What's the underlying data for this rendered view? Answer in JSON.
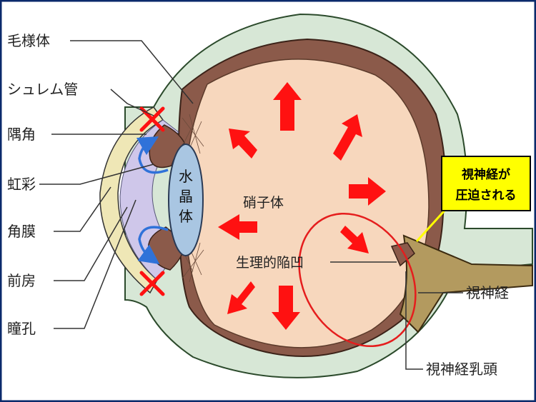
{
  "labels": {
    "ciliary_body": "毛様体",
    "schlemm_canal": "シュレム管",
    "angle": "隅角",
    "iris": "虹彩",
    "cornea": "角膜",
    "anterior_chamber": "前房",
    "pupil": "瞳孔",
    "vitreous": "硝子体",
    "optic_cup": "生理的陥凹",
    "optic_nerve": "視神経",
    "optic_disc": "視神経乳頭",
    "lens": [
      "水",
      "晶",
      "体"
    ]
  },
  "callout": {
    "lines": [
      "視神経が",
      "圧迫される"
    ],
    "color": "#ffff00"
  },
  "colors": {
    "frame": "#0b2a6b",
    "sclera": "#d7e7d6",
    "choroid": "#8b5a4a",
    "vitreous": "#f7d7bd",
    "aqueous": "#cfc7ea",
    "lens": "#a9c6e2",
    "cornea": "#efe7b6",
    "arrow_red": "#ff1111",
    "flow_blue": "#2f72d9",
    "nerve": "#b39a5f",
    "highlight_ring": "#e51d1d"
  },
  "icons": [
    "red-x-block-icon",
    "red-pressure-arrow-icon",
    "blue-flow-arrow-icon"
  ]
}
